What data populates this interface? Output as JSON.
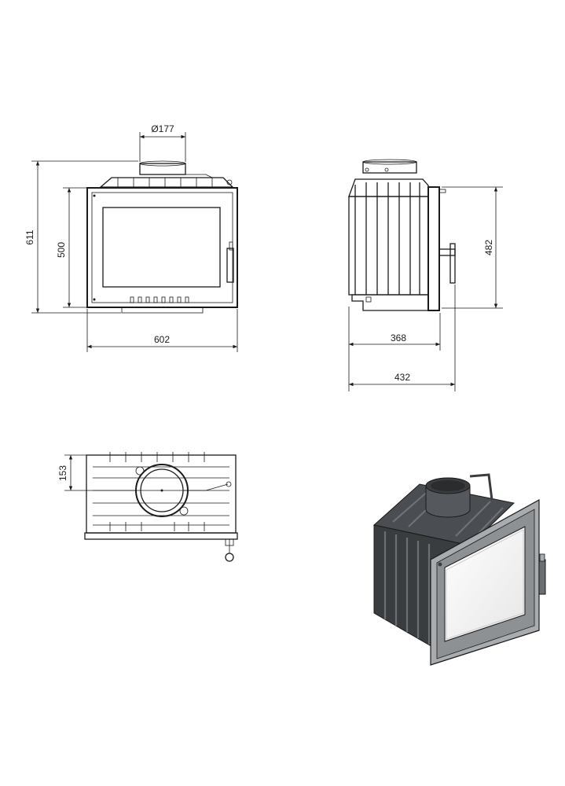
{
  "dimensions": {
    "flue_diameter": "Ø177",
    "front_total_height": "611",
    "front_body_height": "500",
    "front_width": "602",
    "side_height": "482",
    "side_body_depth": "368",
    "side_total_depth": "432",
    "top_flue_offset": "153"
  },
  "colors": {
    "line": "#1a1a1a",
    "iso_dark": "#3a3d40",
    "iso_mid": "#55585c",
    "iso_light": "#a9acaf",
    "glass": "#f2f2f2"
  }
}
